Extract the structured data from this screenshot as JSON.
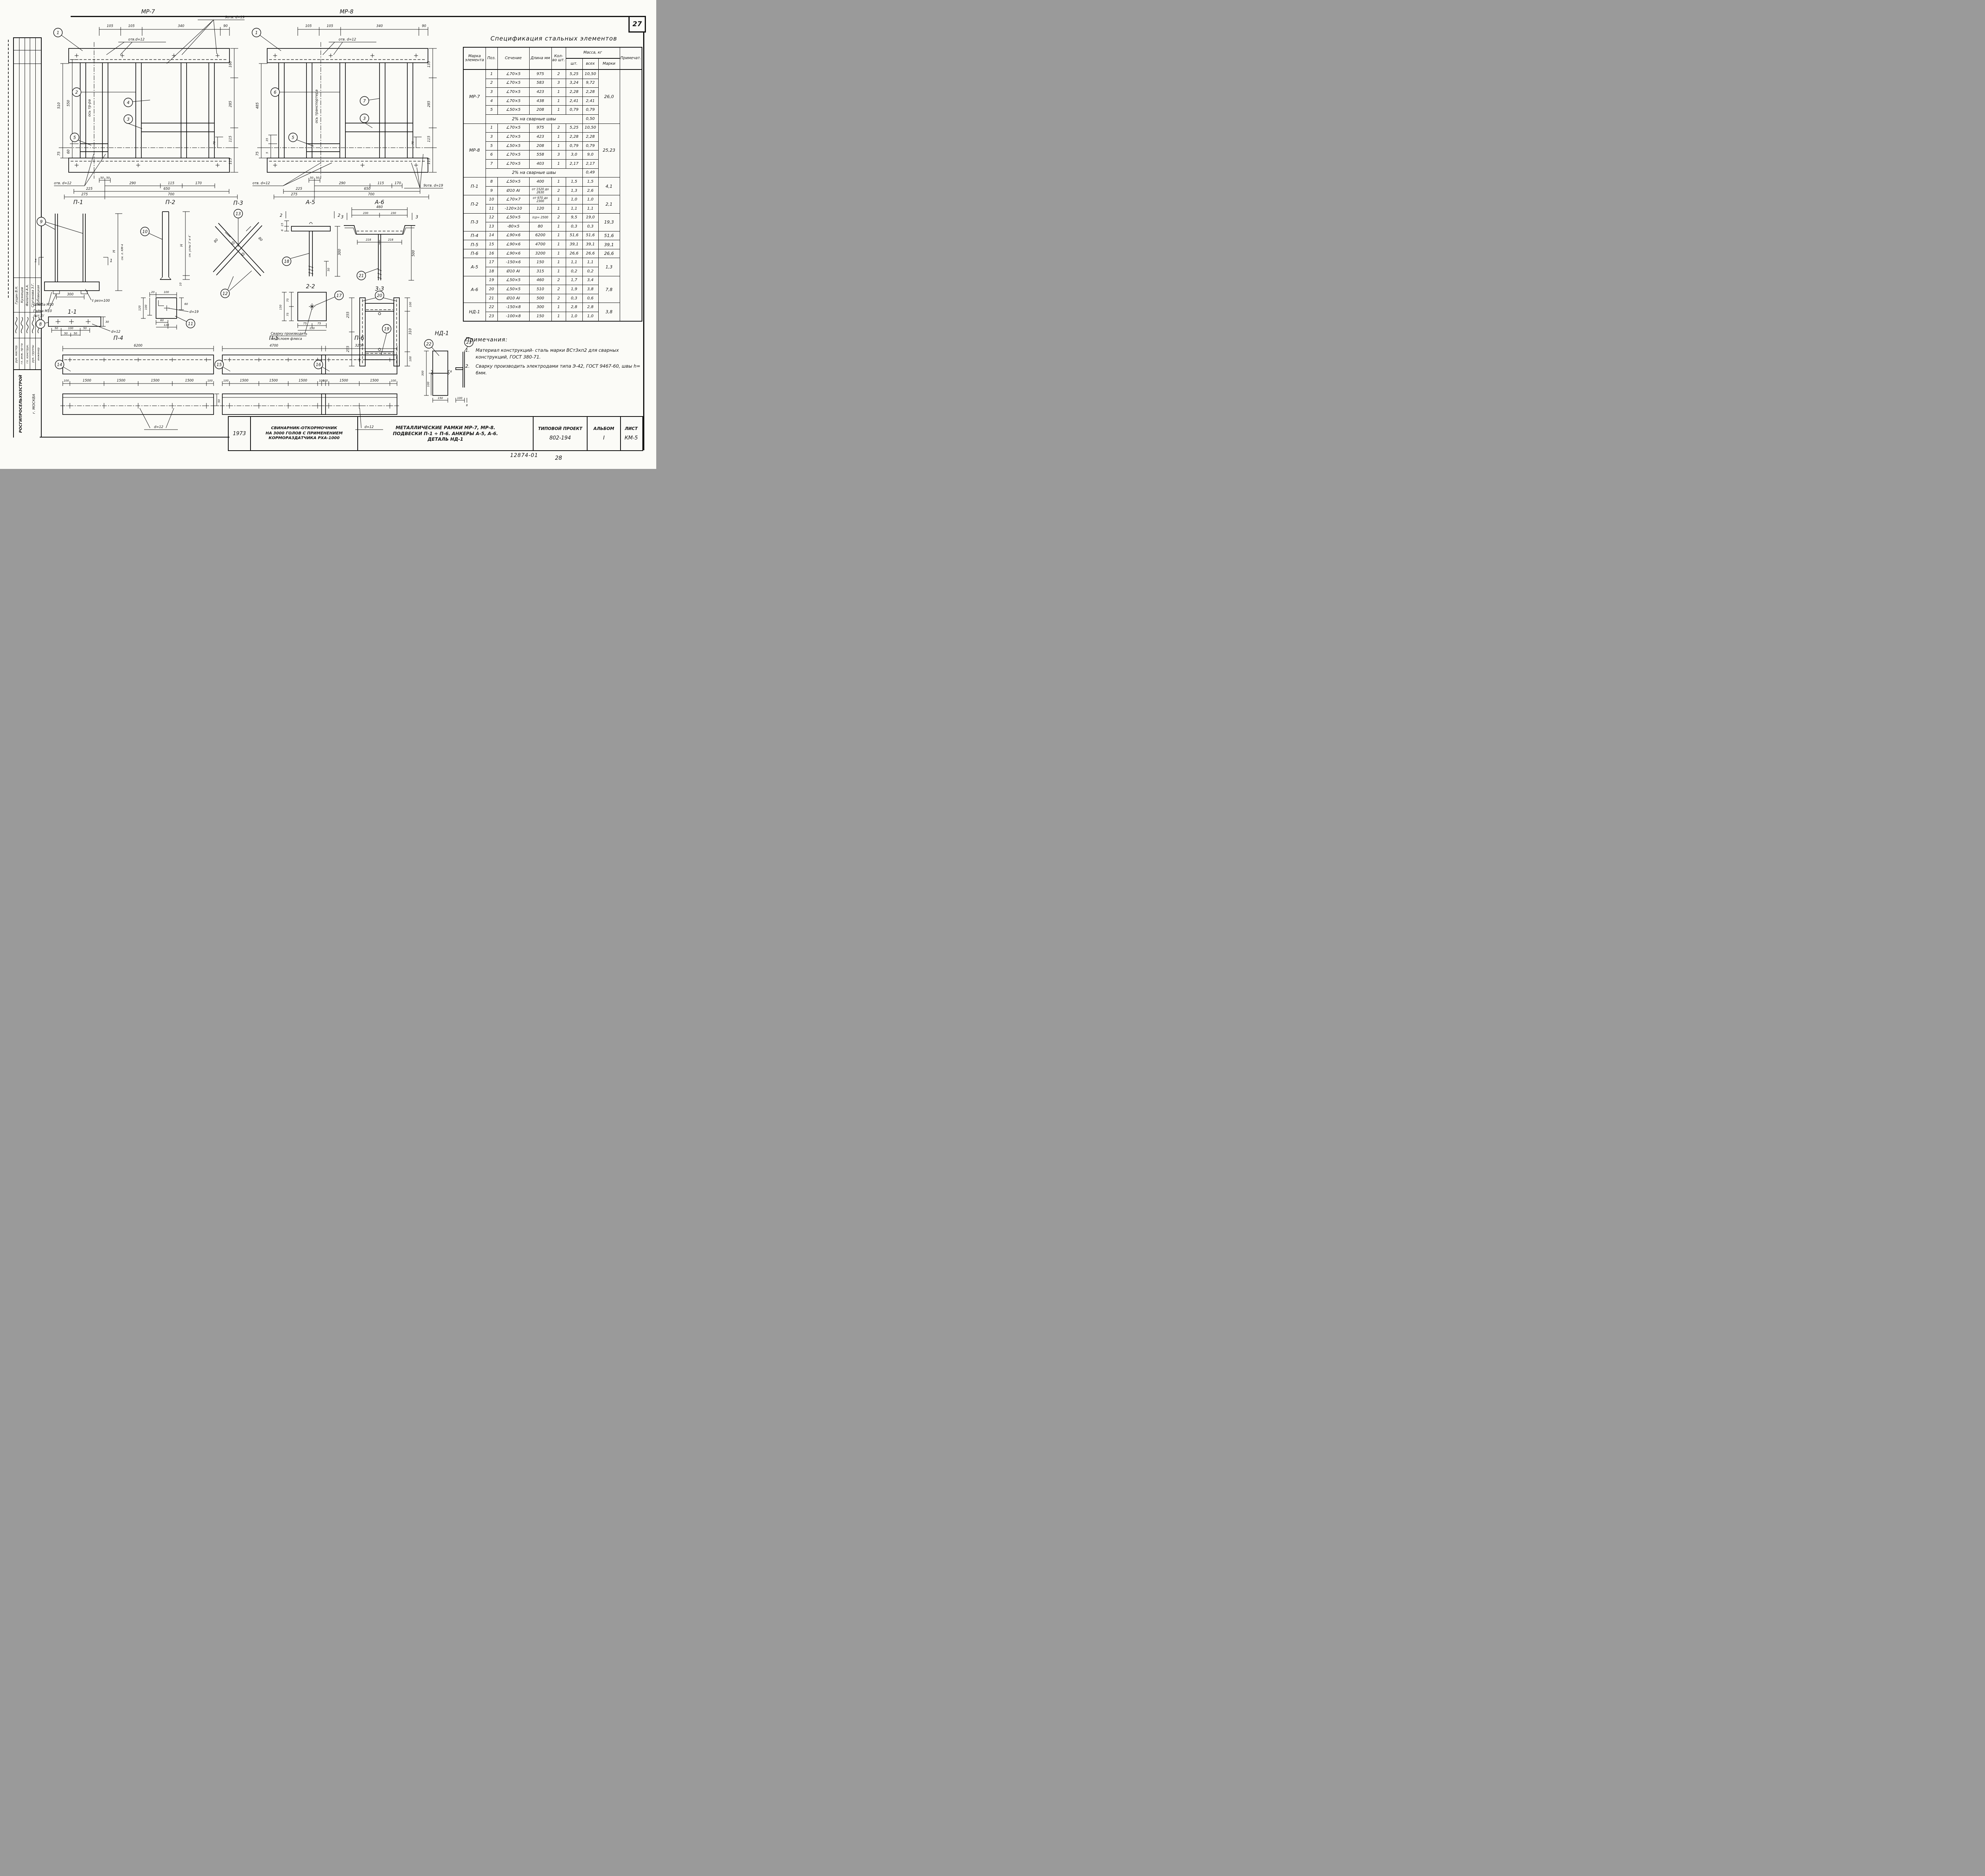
{
  "page": {
    "number": "27",
    "footer_doc": "12874-01",
    "footer_page": "28"
  },
  "stamp": {
    "org": "РОСГИПРОСЕЛЬХОЗСТРОЙ",
    "city": "г. МОСКВА",
    "people": [
      {
        "role": "рук. мастер.",
        "name": "Гущин В.Н."
      },
      {
        "role": "гл. инж. пр-та",
        "name": "Кузнецов"
      },
      {
        "role": "гл. конструк.",
        "name": "Филатов А.А."
      },
      {
        "role": "рук. группы",
        "name": "Стуганова З.Г."
      },
      {
        "role": "инженер",
        "name": "Дубовицкая"
      }
    ]
  },
  "spec_table": {
    "title": "Спецификация стальных элементов",
    "headers": {
      "mark": "Марка элемента",
      "pos": "Поз.",
      "section": "Сечение",
      "length": "Длина мм",
      "qty": "Кол-во шт.",
      "mass": "Масса, кг",
      "mass_ea": "шт.",
      "mass_all": "всех",
      "mass_mark": "Марки",
      "note": "Примечат."
    },
    "rows": [
      {
        "mark": "МР-7",
        "mark_span": 6,
        "pos": "1",
        "sec": "∠70×5",
        "len": "975",
        "qty": "2",
        "m1": "5,25",
        "m2": "10,50",
        "tot": "26,0",
        "tot_span": 6
      },
      {
        "pos": "2",
        "sec": "∠70×5",
        "len": "583",
        "qty": "3",
        "m1": "3,24",
        "m2": "9,72"
      },
      {
        "pos": "3",
        "sec": "∠70×5",
        "len": "423",
        "qty": "1",
        "m1": "2,28",
        "m2": "2,28"
      },
      {
        "pos": "4",
        "sec": "∠70×5",
        "len": "438",
        "qty": "1",
        "m1": "2,41",
        "m2": "2,41"
      },
      {
        "pos": "5",
        "sec": "∠50×5",
        "len": "208",
        "qty": "1",
        "m1": "0,79",
        "m2": "0,79"
      },
      {
        "weld_note": "2% на сварные швы",
        "m2": "0,50"
      },
      {
        "mark": "МР-8",
        "mark_span": 6,
        "pos": "1",
        "sec": "∠70×5",
        "len": "975",
        "qty": "2",
        "m1": "5,25",
        "m2": "10,50",
        "tot": "25,23",
        "tot_span": 6
      },
      {
        "pos": "3",
        "sec": "∠70×5",
        "len": "423",
        "qty": "1",
        "m1": "2,28",
        "m2": "2,28"
      },
      {
        "pos": "5",
        "sec": "∠50×5",
        "len": "208",
        "qty": "1",
        "m1": "0,79",
        "m2": "0,79"
      },
      {
        "pos": "6",
        "sec": "∠70×5",
        "len": "558",
        "qty": "3",
        "m1": "3,0",
        "m2": "9,0"
      },
      {
        "pos": "7",
        "sec": "∠70×5",
        "len": "403",
        "qty": "1",
        "m1": "2,17",
        "m2": "2,17"
      },
      {
        "weld_note": "2% на сварные швы",
        "m2": "0,49"
      },
      {
        "mark": "П-1",
        "mark_span": 2,
        "pos": "8",
        "sec": "∠50×5",
        "len": "400",
        "qty": "1",
        "m1": "1,5",
        "m2": "1,5",
        "tot": "4,1",
        "tot_span": 2
      },
      {
        "pos": "9",
        "sec": "Ø10 АI",
        "len": "от 1520 до 2630",
        "qty": "2",
        "m1": "1,3",
        "m2": "2,6"
      },
      {
        "mark": "П-2",
        "mark_span": 2,
        "pos": "10",
        "sec": "∠70×7",
        "len": "от 970 до 2300",
        "qty": "1",
        "m1": "1,0",
        "m2": "1,0",
        "tot": "2,1",
        "tot_span": 2
      },
      {
        "pos": "11",
        "sec": "-120×10",
        "len": "120",
        "qty": "1",
        "m1": "1,1",
        "m2": "1,1"
      },
      {
        "mark": "П-3",
        "mark_span": 2,
        "pos": "12",
        "sec": "∠50×5",
        "len": "ℓср= 2500",
        "qty": "2",
        "m1": "9,5",
        "m2": "19,0",
        "tot": "19,3",
        "tot_span": 2
      },
      {
        "pos": "13",
        "sec": "-80×5",
        "len": "80",
        "qty": "1",
        "m1": "0,3",
        "m2": "0,3"
      },
      {
        "mark": "П-4",
        "mark_span": 1,
        "pos": "14",
        "sec": "∠90×6",
        "len": "6200",
        "qty": "1",
        "m1": "51,6",
        "m2": "51,6",
        "tot": "51,6",
        "tot_span": 1
      },
      {
        "mark": "П-5",
        "mark_span": 1,
        "pos": "15",
        "sec": "∠90×6",
        "len": "4700",
        "qty": "1",
        "m1": "39,1",
        "m2": "39,1",
        "tot": "39,1",
        "tot_span": 1
      },
      {
        "mark": "П-6",
        "mark_span": 1,
        "pos": "16",
        "sec": "∠90×6",
        "len": "3200",
        "qty": "1",
        "m1": "26,6",
        "m2": "26,6",
        "tot": "26,6",
        "tot_span": 1
      },
      {
        "mark": "А-5",
        "mark_span": 2,
        "pos": "17",
        "sec": "-150×6",
        "len": "150",
        "qty": "1",
        "m1": "1,1",
        "m2": "1,1",
        "tot": "1,3",
        "tot_span": 2
      },
      {
        "pos": "18",
        "sec": "Ø10 АI",
        "len": "315",
        "qty": "1",
        "m1": "0,2",
        "m2": "0,2"
      },
      {
        "mark": "А-6",
        "mark_span": 3,
        "pos": "19",
        "sec": "∠50×5",
        "len": "460",
        "qty": "2",
        "m1": "1,7",
        "m2": "3,4",
        "tot": "7,8",
        "tot_span": 3
      },
      {
        "pos": "20",
        "sec": "∠50×5",
        "len": "510",
        "qty": "2",
        "m1": "1,9",
        "m2": "3,8"
      },
      {
        "pos": "21",
        "sec": "Ø10 АI",
        "len": "500",
        "qty": "2",
        "m1": "0,3",
        "m2": "0,6"
      },
      {
        "mark": "НД-1",
        "mark_span": 2,
        "pos": "22",
        "sec": "-150×8",
        "len": "300",
        "qty": "1",
        "m1": "2,8",
        "m2": "2,8",
        "tot": "3,8",
        "tot_span": 2
      },
      {
        "pos": "23",
        "sec": "-100×8",
        "len": "150",
        "qty": "1",
        "m1": "1,0",
        "m2": "1,0"
      }
    ]
  },
  "notes": {
    "title": "Примечания:",
    "item1_num": "1.",
    "item1": "Материал конструкций- сталь марки ВСт3кп2 для сварных конструкций, ГОСТ 380-71.",
    "item2_num": "2.",
    "item2": "Сварку производить электродами типа Э-42, ГОСТ 9467-60, швы h= 6мм."
  },
  "title_block": {
    "year": "1973",
    "object_line1": "Свинарник-откормочник",
    "object_line2": "на 3000 голов с применением",
    "object_line3": "кормораздатчика РХА-1000",
    "title_line1": "Металлические рамки МР-7, МР-8.",
    "title_line2": "Подвески П-1 ÷ П-6. Анкеры А-5, А-6.",
    "title_line3": "Деталь НД-1",
    "project_label": "Типовой проект",
    "project_number": "802-194",
    "album_label": "Альбом",
    "album_value": "I",
    "sheet_label": "Лист",
    "sheet_value": "КМ-5"
  },
  "mr7": {
    "title": "МР-7",
    "dt0": "105",
    "dt1": "105",
    "dt2": "340",
    "dt3": "90",
    "otv_top": "отв.d=12",
    "otv9": "9отв. d=19",
    "dl0": "510",
    "dl1": "550",
    "dl2": "60",
    "dl3": "75",
    "dr0": "160",
    "dr1": "285",
    "dr2": "115",
    "dr3": "75",
    "dr4": "115",
    "otv_bot": "отв. d=12",
    "b10": "50",
    "b11": "50",
    "b20": "290",
    "b21": "115",
    "b22": "170",
    "b30": "225",
    "b31": "650",
    "b40": "275",
    "b41": "700",
    "axis": "ось тр-ра",
    "c1": "1",
    "c2": "2",
    "c3": "3",
    "c4": "4",
    "c5": "5"
  },
  "mr8": {
    "title": "МР-8",
    "dt0": "105",
    "dt1": "105",
    "dt2": "340",
    "dt3": "90",
    "otv_top": "отв. d=12",
    "otv9": "9отв. d=19",
    "dl0": "485",
    "dl1": "35",
    "dl2": "5",
    "dl3": "75",
    "dr0": "135",
    "dr1": "285",
    "dr2": "115",
    "dr3": "75",
    "dr4": "115",
    "otv_bot": "отв. d=12",
    "b10": "50",
    "b11": "50",
    "b20": "290",
    "b21": "115",
    "b22": "170",
    "b30": "225",
    "b31": "650",
    "b40": "275",
    "b41": "700",
    "axis": "ось транспортера",
    "c1": "1",
    "c3": "3",
    "c5": "5",
    "c6": "6",
    "c7": "7"
  },
  "p1": {
    "title": "П-1",
    "c8": "8",
    "c9": "9",
    "sec": "1",
    "sec_label": "1-1",
    "h": "Н",
    "see": "см. л. КМ-4",
    "d300": "300",
    "lrez": "ℓ рез=100",
    "washer": "Шайба М10",
    "nut": "Гайка М10",
    "nut2": "/шт.2/",
    "d30": "30",
    "b0": "50",
    "b1": "100",
    "b2": "50",
    "b3": "50",
    "b4": "50",
    "dd": "d=12"
  },
  "p2": {
    "title": "П-2",
    "c10": "10",
    "c11": "11",
    "h": "Н",
    "see": "см. узлы 3ʹ и 4ʹ",
    "d10": "10",
    "t0": "20",
    "t1": "100",
    "l0": "120",
    "l1": "100",
    "r0": "60",
    "bt0": "60",
    "bt1": "120",
    "dd": "d=19"
  },
  "p3": {
    "title": "П-3",
    "c12": "12",
    "c13": "13",
    "d80a": "80",
    "d80b": "80"
  },
  "a5": {
    "title": "А-5",
    "sec": "2",
    "sec_label": "2-2",
    "d15": "15",
    "d6": "6",
    "d300": "300",
    "d50": "50",
    "c17": "17",
    "c18": "18",
    "d150l": "150",
    "d75a": "75",
    "d75b": "75",
    "d75c": "75",
    "d75d": "75",
    "d150b": "150",
    "note1": "Сварку производить",
    "note2": "под слоем флюса"
  },
  "a6": {
    "title": "А-6",
    "sec": "3",
    "sec_label": "3-3",
    "d460": "460",
    "d230a": "230",
    "d230b": "230",
    "d218a": "218",
    "d218b": "218",
    "d500": "500",
    "c19": "19",
    "c20": "20",
    "c21": "21",
    "d255a": "255",
    "d255b": "255",
    "dr0": "100",
    "dr1": "310",
    "dr2": "100"
  },
  "p4": {
    "title": "П-4",
    "c14": "14",
    "dlen": "6200",
    "ch0": "100",
    "ch1": "1500",
    "ch2": "1500",
    "ch3": "1500",
    "ch4": "1500",
    "ch5": "100",
    "d50": "50",
    "dd": "d=12"
  },
  "p5": {
    "title": "П-5",
    "c15": "15",
    "dlen": "4700",
    "ch0": "100",
    "ch1": "1500",
    "ch2": "1500",
    "ch3": "1500",
    "ch4": "100"
  },
  "p6": {
    "title": "П-6",
    "c16": "16",
    "dlen": "3200",
    "ch0": "100",
    "ch1": "1500",
    "ch2": "1500",
    "ch3": "100",
    "dd": "d=12"
  },
  "nd1": {
    "title": "НД-1",
    "c22": "22",
    "c23": "23",
    "d300": "300",
    "d100": "100",
    "d8": "8",
    "d150": "150",
    "d100b": "100",
    "d8b": "8"
  }
}
